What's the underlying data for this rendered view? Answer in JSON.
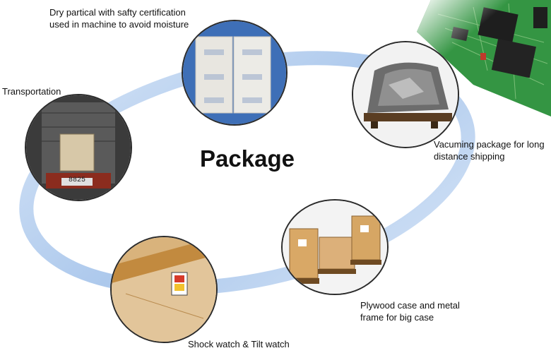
{
  "title": "Package",
  "steps": [
    {
      "label_lines": [
        "Dry partical with safty certification",
        "used in machine to avoid moisture"
      ]
    },
    {
      "label_lines": [
        "Vacuming package for long",
        "distance shipping"
      ]
    },
    {
      "label_lines": [
        "Plywood case and metal",
        "frame for big case"
      ]
    },
    {
      "label_lines": [
        "Shock watch & Tilt watch"
      ]
    },
    {
      "label_lines": [
        "Transportation"
      ]
    }
  ],
  "truck_plate": "8825",
  "colors": {
    "ring": "#a9c6ec",
    "ring_edge": "#d7e5f7",
    "pcb_green": "#2e8b3c",
    "wood": "#d9a866",
    "circle_border": "#2b2b2b"
  }
}
